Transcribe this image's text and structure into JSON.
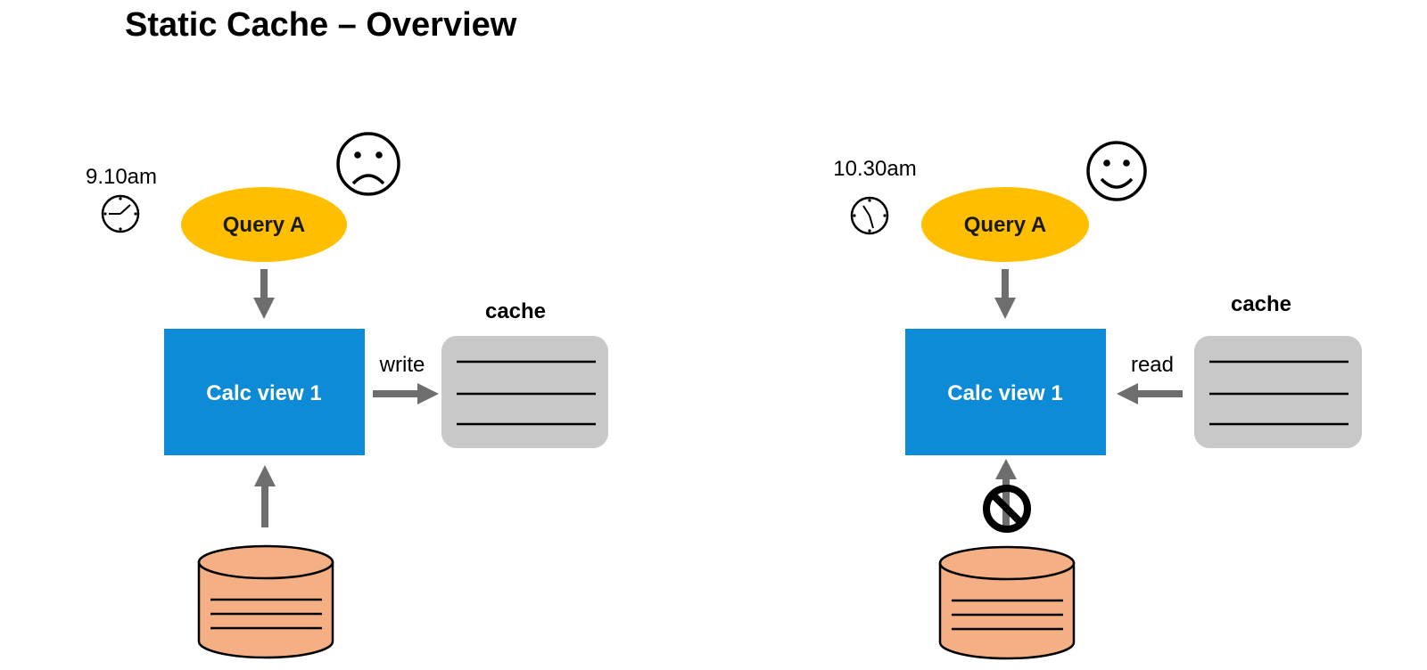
{
  "title": "Static Cache – Overview",
  "colors": {
    "query": "#FFBF00",
    "calc_view": "#0D8BD6",
    "cache": "#C8C8C8",
    "database": "#F4AF84",
    "arrow": "#6E6E6E"
  },
  "left": {
    "time": "9.10am",
    "mood_icon": "sad-face-icon",
    "clock_icon": "clock-icon",
    "query": "Query A",
    "calc_view": "Calc view 1",
    "cache_label": "cache",
    "edge_label": "write"
  },
  "right": {
    "time": "10.30am",
    "mood_icon": "happy-face-icon",
    "clock_icon": "clock-icon",
    "query": "Query A",
    "calc_view": "Calc view 1",
    "cache_label": "cache",
    "edge_label": "read",
    "blocked_icon": "no-entry-icon"
  }
}
